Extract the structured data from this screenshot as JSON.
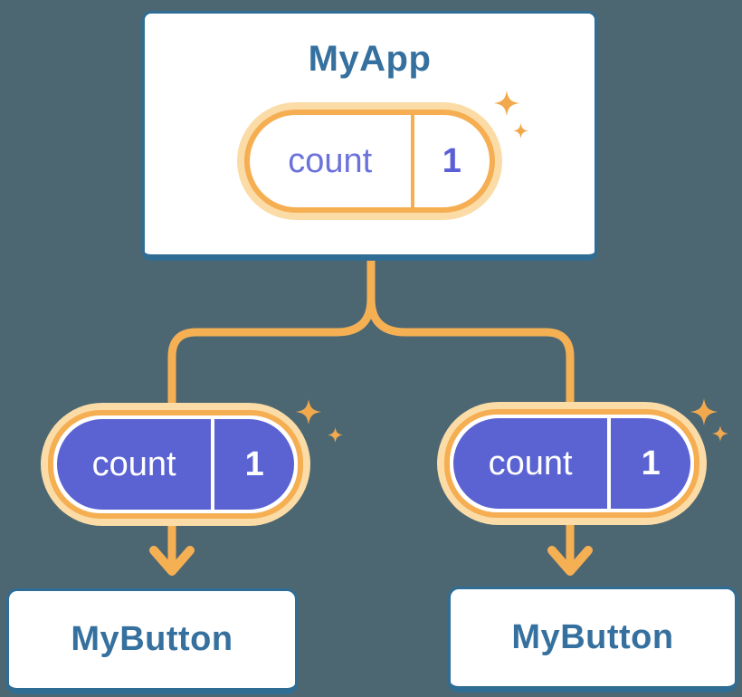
{
  "diagram": {
    "background_color": "#4D6772",
    "parent": {
      "title": "MyApp",
      "state": {
        "name": "count",
        "value": "1"
      }
    },
    "children": [
      {
        "title": "MyButton",
        "state": {
          "name": "count",
          "value": "1"
        }
      },
      {
        "title": "MyButton",
        "state": {
          "name": "count",
          "value": "1"
        }
      }
    ],
    "colors": {
      "background_color": "#4D6772",
      "card_border": "#2F6D94",
      "card_background": "#ffffff",
      "title_text": "#35709E",
      "connector": "#F6B054",
      "pill_glow": "#FBDCA6",
      "pill_ring": "#F5AE52",
      "pill_fill_active": "#5B63D3",
      "pill_text_light": "#ffffff",
      "pill_text_indigo": "#6B72DB",
      "pill_value_indigo": "#5A5FD6",
      "sparkle": "#F2A94E"
    }
  }
}
